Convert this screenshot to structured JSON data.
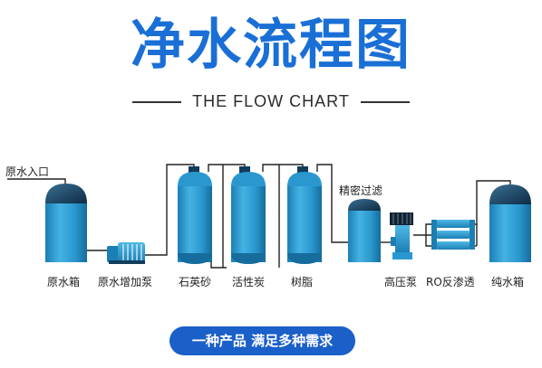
{
  "title": "净水流程图",
  "subtitle": "THE FLOW CHART",
  "inlet_label": "原水入口",
  "precision_filter_label": "精密过滤",
  "stages": [
    "原水箱",
    "原水增加泵",
    "石英砂",
    "活性炭",
    "树脂",
    "高压泵",
    "RO反渗透",
    "纯水箱"
  ],
  "tagline": "一种产品 满足多种需求",
  "colors": {
    "title": "#1a6fd6",
    "tank_body": "#2f9fd2",
    "tank_dome": "#123c5c",
    "pipe": "#222222",
    "badge": "#1b5fc9"
  }
}
